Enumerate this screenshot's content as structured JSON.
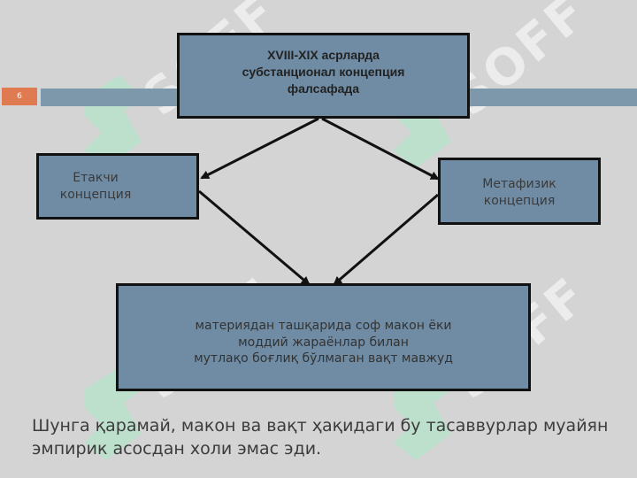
{
  "slide_number": "6",
  "watermark_text": "SOFF",
  "diagram": {
    "top_box": "XVIII-XIX асрларда\nсубстанционал концепция\nфалсафада",
    "left_box": "Етакчи\nконцепция",
    "right_box": "Метафизик\nконцепция",
    "bottom_box": "материядан ташқарида соф макон ёки\nмоддий жараёнлар билан\nмутлақо боғлиқ бўлмаган вақт мавжуд"
  },
  "footer_text": "Шунга қарамай, макон ва вақт ҳақидаги бу тасаввурлар муайян эмпирик асосдан холи эмас эди.",
  "colors": {
    "background": "#d4d4d4",
    "box_fill": "#6f8ca4",
    "box_border": "#111111",
    "accent_bar": "#7e98ab",
    "slide_number_bg": "#e07a50",
    "watermark": "#a8e8c8"
  }
}
